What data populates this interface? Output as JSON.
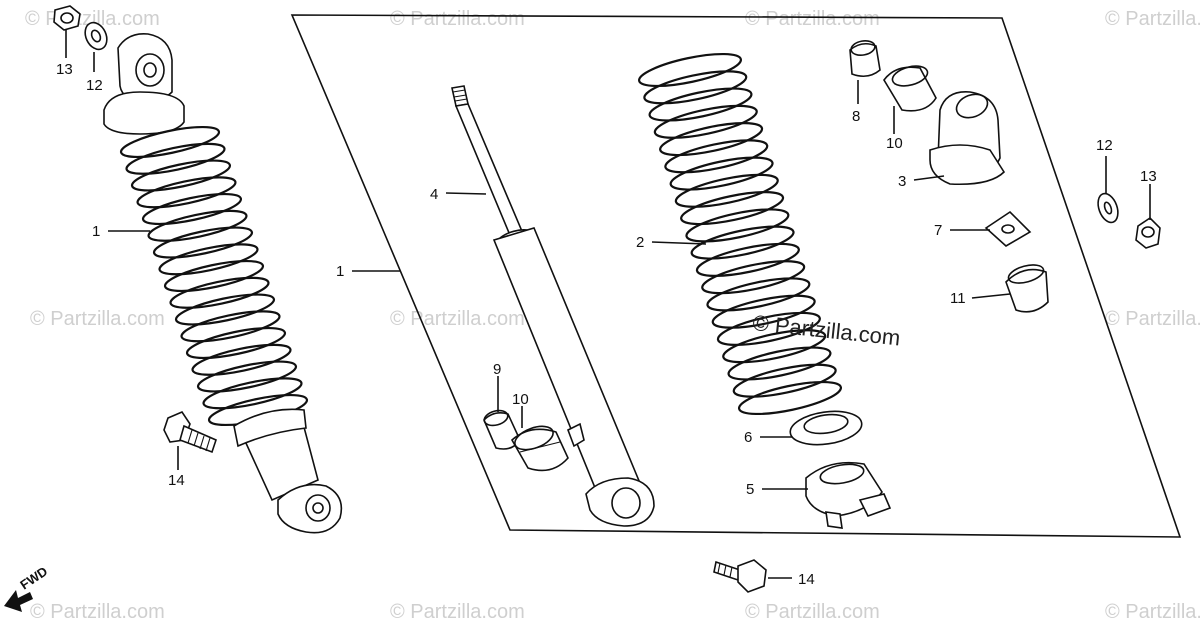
{
  "diagram": {
    "watermark": "© Partzilla.com",
    "center_watermark": "© Partzilla.com",
    "direction_label": "FWD",
    "callouts": [
      "1",
      "2",
      "3",
      "4",
      "5",
      "6",
      "7",
      "8",
      "9",
      "10",
      "11",
      "12",
      "13",
      "14"
    ],
    "callouts_repeat": [
      "1",
      "10",
      "12",
      "13",
      "14"
    ]
  }
}
